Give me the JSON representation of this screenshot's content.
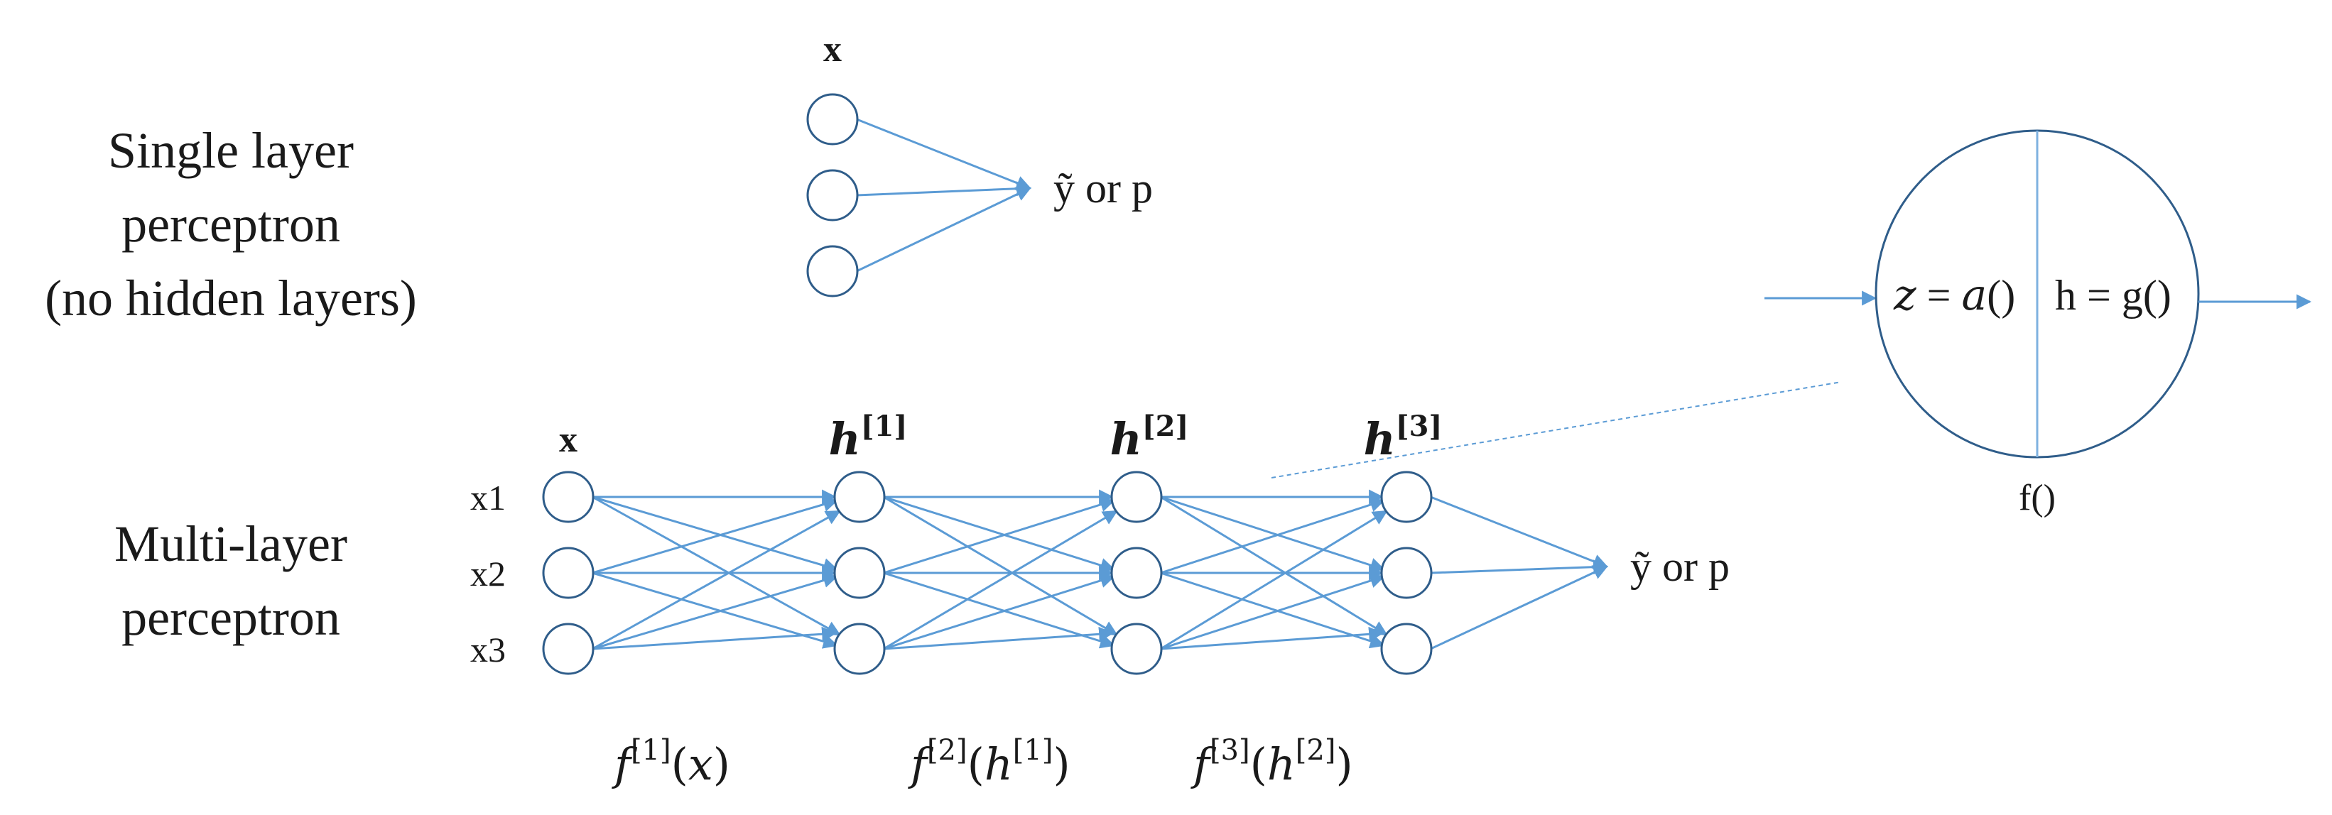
{
  "single": {
    "title_lines": [
      "Single layer",
      "perceptron",
      "(no hidden layers)"
    ],
    "input_label": "x",
    "output_label": "ỹ or p"
  },
  "multi": {
    "title_lines": [
      "Multi-layer",
      "perceptron"
    ],
    "input_label": "x",
    "input_names": [
      "x1",
      "x2",
      "x3"
    ],
    "layers": [
      {
        "head": "h",
        "sup": "[1]"
      },
      {
        "head": "h",
        "sup": "[2]"
      },
      {
        "head": "h",
        "sup": "[3]"
      }
    ],
    "functions": [
      {
        "f": "f",
        "sup": "[1]",
        "arg_open": "(",
        "arg": "x",
        "arg_sup": "",
        "arg_close": ")"
      },
      {
        "f": "f",
        "sup": "[2]",
        "arg_open": "(",
        "arg": "h",
        "arg_sup": "[1]",
        "arg_close": ")"
      },
      {
        "f": "f",
        "sup": "[3]",
        "arg_open": "(",
        "arg": "h",
        "arg_sup": "[2]",
        "arg_close": ")"
      }
    ],
    "output_label": "ỹ or p"
  },
  "neuron": {
    "z_var": "z",
    "z_eq": " = ",
    "z_fn": "a",
    "z_paren": "()",
    "h_text": "h = g()",
    "f_label": "f()"
  },
  "colors": {
    "edge": "#5b9bd5",
    "node_stroke": "#2f5d8a",
    "text": "#1a1a1a"
  }
}
